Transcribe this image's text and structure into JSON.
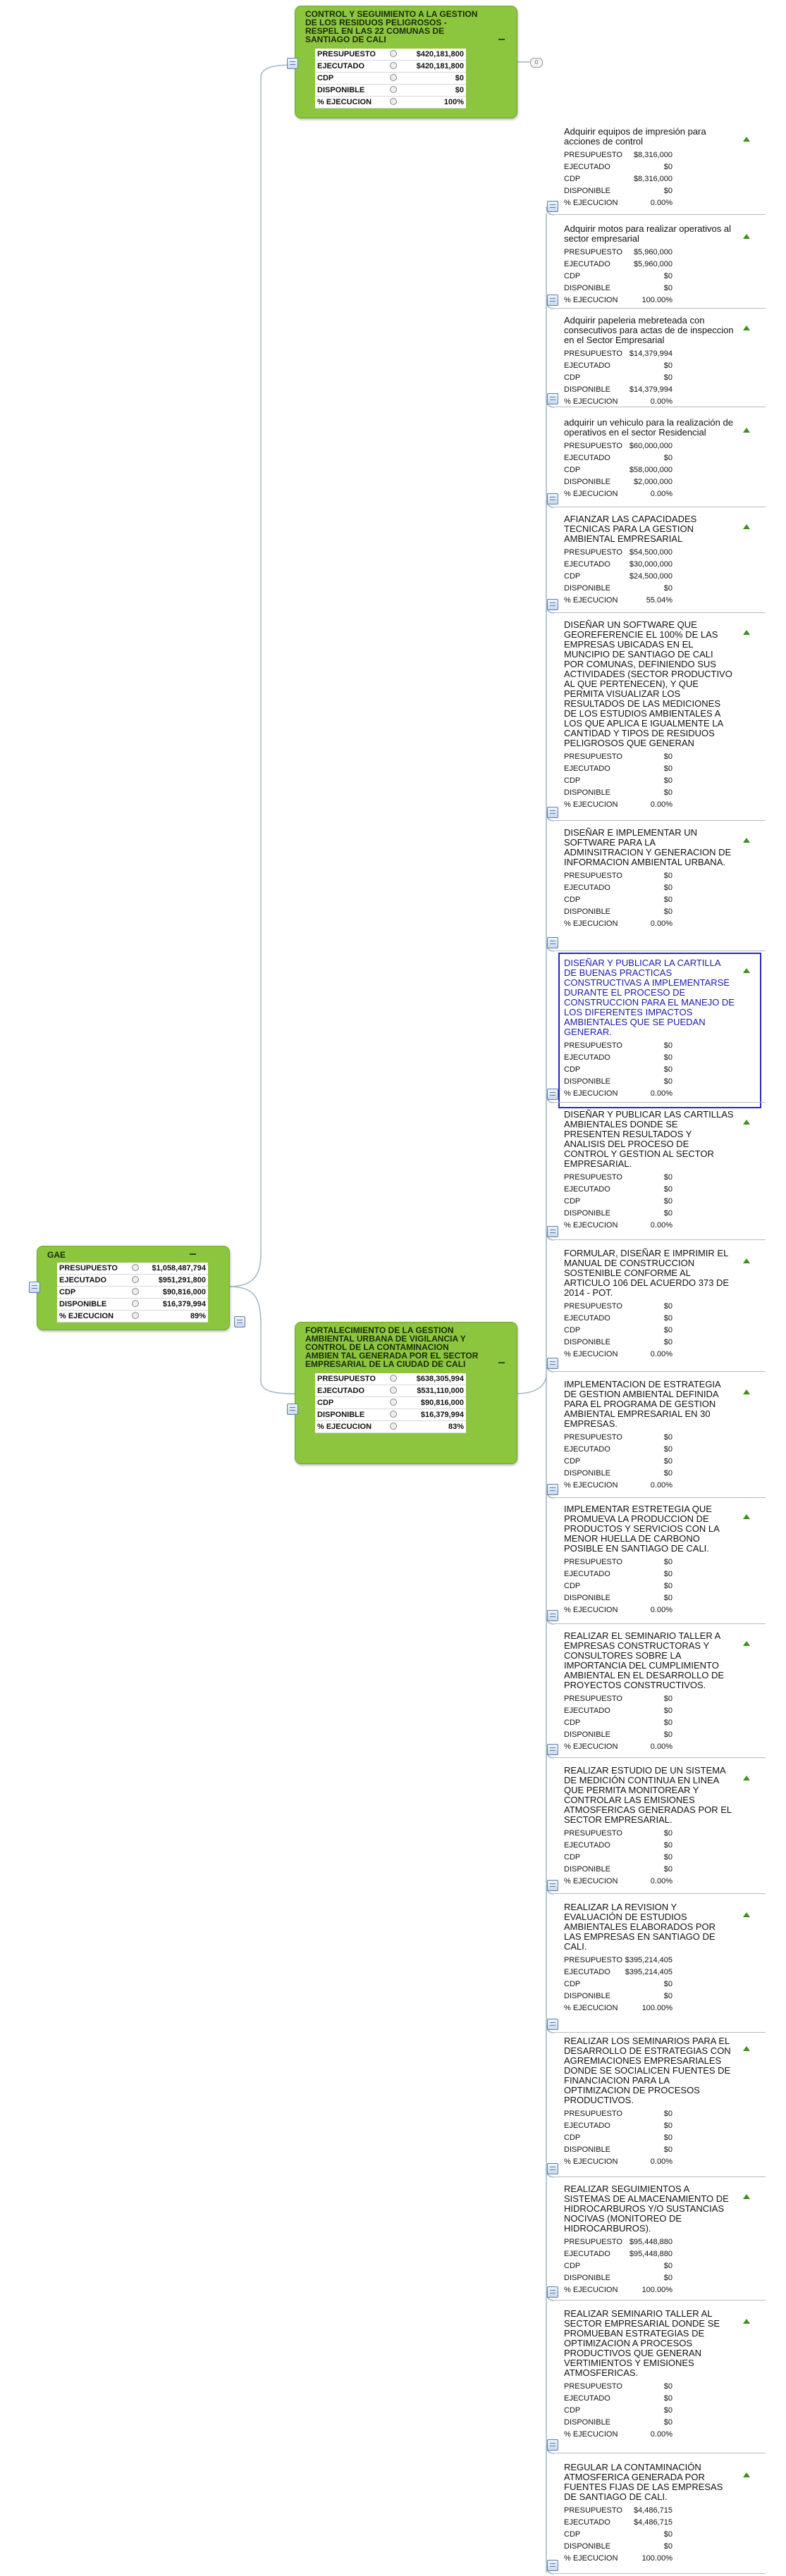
{
  "root": {
    "title": "GAE",
    "rows": [
      {
        "label": "PRESUPUESTO",
        "value": "$1,058,487,794"
      },
      {
        "label": "EJECUTADO",
        "value": "$951,291,800"
      },
      {
        "label": "CDP",
        "value": "$90,816,000"
      },
      {
        "label": "DISPONIBLE",
        "value": "$16,379,994"
      },
      {
        "label": "% EJECUCION",
        "value": "89%"
      }
    ]
  },
  "topic1": {
    "title": "CONTROL Y SEGUIMIENTO A LA GESTION DE LOS RESIDUOS PELIGROSOS - RESPEL EN LAS 22 COMUNAS DE SANTIAGO DE CALI",
    "rows": [
      {
        "label": "PRESUPUESTO",
        "value": "$420,181,800"
      },
      {
        "label": "EJECUTADO",
        "value": "$420,181,800"
      },
      {
        "label": "CDP",
        "value": "$0"
      },
      {
        "label": "DISPONIBLE",
        "value": "$0"
      },
      {
        "label": "% EJECUCION",
        "value": "100%"
      }
    ],
    "collapsed_badge": "0"
  },
  "topic2": {
    "title": "FORTALECIMIENTO DE LA GESTION AMBIENTAL URBANA DE VIGILANCIA Y CONTROL DE LA CONTAMINACION AMBIEN TAL GENERADA POR EL SECTOR EMPRESARIAL DE LA CIUDAD DE CALI",
    "rows": [
      {
        "label": "PRESUPUESTO",
        "value": "$638,305,994"
      },
      {
        "label": "EJECUTADO",
        "value": "$531,110,000"
      },
      {
        "label": "CDP",
        "value": "$90,816,000"
      },
      {
        "label": "DISPONIBLE",
        "value": "$16,379,994"
      },
      {
        "label": "% EJECUCION",
        "value": "83%"
      }
    ]
  },
  "labels": [
    "PRESUPUESTO",
    "EJECUTADO",
    "CDP",
    "DISPONIBLE",
    "% EJECUCION"
  ],
  "leaves": [
    {
      "title": "Adquirir equipos de impresión para acciones de control",
      "values": [
        "$8,316,000",
        "$0",
        "$8,316,000",
        "$0",
        "0.00%"
      ]
    },
    {
      "title": "Adquirir motos para realizar operativos al sector empresarial",
      "values": [
        "$5,960,000",
        "$5,960,000",
        "$0",
        "$0",
        "100.00%"
      ]
    },
    {
      "title": "Adquirir papeleria mebreteada con consecutivos para actas de de inspeccion en el Sector Empresarial",
      "values": [
        "$14,379,994",
        "$0",
        "$0",
        "$14,379,994",
        "0.00%"
      ]
    },
    {
      "title": "adquirir un vehiculo para la realización de operativos en el sector Residencial",
      "values": [
        "$60,000,000",
        "$0",
        "$58,000,000",
        "$2,000,000",
        "0.00%"
      ]
    },
    {
      "title": "AFIANZAR LAS CAPACIDADES TECNICAS PARA LA GESTION AMBIENTAL EMPRESARIAL",
      "values": [
        "$54,500,000",
        "$30,000,000",
        "$24,500,000",
        "$0",
        "55.04%"
      ]
    },
    {
      "title": "DISEÑAR UN SOFTWARE QUE GEOREFERENCIE EL 100% DE LAS EMPRESAS UBICADAS EN EL MUNCIPIO DE SANTIAGO DE CALI POR COMUNAS, DEFINIENDO SUS ACTIVIDADES (SECTOR PRODUCTIVO AL QUE PERTENECEN), Y QUE PERMITA VISUALIZAR LOS RESULTADOS DE LAS MEDICIONES DE LOS ESTUDIOS AMBIENTALES A LOS QUE APLICA E IGUALMENTE LA CANTIDAD Y TIPOS DE RESIDUOS PELIGROSOS QUE GENERAN",
      "values": [
        "$0",
        "$0",
        "$0",
        "$0",
        "0.00%"
      ]
    },
    {
      "title": "DISEÑAR E IMPLEMENTAR UN SOFTWARE PARA LA ADMINSITRACION Y GENERACION DE INFORMACION AMBIENTAL URBANA.",
      "values": [
        "$0",
        "$0",
        "$0",
        "$0",
        "0.00%"
      ]
    },
    {
      "title": "DISEÑAR Y PUBLICAR LA CARTILLA DE BUENAS PRACTICAS CONSTRUCTIVAS A IMPLEMENTARSE DURANTE EL PROCESO DE CONSTRUCCION PARA EL MANEJO DE LOS DIFERENTES IMPACTOS AMBIENTALES QUE SE PUEDAN GENERAR.",
      "values": [
        "$0",
        "$0",
        "$0",
        "$0",
        "0.00%"
      ],
      "selected": true
    },
    {
      "title": "DISEÑAR Y PUBLICAR LAS CARTILLAS AMBIENTALES DONDE SE PRESENTEN RESULTADOS Y ANALISIS DEL PROCESO DE CONTROL Y GESTION AL SECTOR EMPRESARIAL.",
      "values": [
        "$0",
        "$0",
        "$0",
        "$0",
        "0.00%"
      ]
    },
    {
      "title": "FORMULAR, DISEÑAR E IMPRIMIR EL MANUAL DE CONSTRUCCION SOSTENIBLE CONFORME AL ARTICULO 106 DEL ACUERDO 373 DE 2014 - POT.",
      "values": [
        "$0",
        "$0",
        "$0",
        "$0",
        "0.00%"
      ]
    },
    {
      "title": "IMPLEMENTACION DE ESTRATEGIA DE GESTION AMBIENTAL DEFINIDA PARA EL PROGRAMA DE GESTION AMBIENTAL EMPRESARIAL EN 30 EMPRESAS.",
      "values": [
        "$0",
        "$0",
        "$0",
        "$0",
        "0.00%"
      ]
    },
    {
      "title": "IMPLEMENTAR ESTRETEGIA QUE PROMUEVA LA PRODUCCION DE PRODUCTOS Y SERVICIOS CON LA MENOR HUELLA DE CARBONO POSIBLE EN SANTIAGO DE CALI.",
      "values": [
        "$0",
        "$0",
        "$0",
        "$0",
        "0.00%"
      ]
    },
    {
      "title": "REALIZAR EL SEMINARIO TALLER A EMPRESAS CONSTRUCTORAS Y CONSULTORES SOBRE LA IMPORTANCIA DEL CUMPLIMIENTO AMBIENTAL EN EL DESARROLLO DE PROYECTOS CONSTRUCTIVOS.",
      "values": [
        "$0",
        "$0",
        "$0",
        "$0",
        "0.00%"
      ]
    },
    {
      "title": "REALIZAR ESTUDIO DE UN SISTEMA DE MEDICIÓN CONTINUA EN LINEA QUE PERMITA MONITOREAR Y CONTROLAR LAS EMISIONES ATMOSFERICAS GENERADAS POR EL SECTOR EMPRESARIAL.",
      "values": [
        "$0",
        "$0",
        "$0",
        "$0",
        "0.00%"
      ]
    },
    {
      "title": "REALIZAR LA REVISION Y EVALUACIÓN DE ESTUDIOS AMBIENTALES ELABORADOS POR LAS EMPRESAS EN SANTIAGO DE CALI.",
      "values": [
        "$395,214,405",
        "$395,214,405",
        "$0",
        "$0",
        "100.00%"
      ]
    },
    {
      "title": "REALIZAR LOS SEMINARIOS PARA EL DESARROLLO DE ESTRATEGIAS CON AGREMIACIONES EMPRESARIALES DONDE SE SOCIALICEN FUENTES DE FINANCIACION PARA LA OPTIMIZACION DE PROCESOS PRODUCTIVOS.",
      "values": [
        "$0",
        "$0",
        "$0",
        "$0",
        "0.00%"
      ]
    },
    {
      "title": "REALIZAR SEGUIMIENTOS A SISTEMAS DE ALMACENAMIENTO DE HIDROCARBUROS Y/O SUSTANCIAS NOCIVAS (MONITOREO DE HIDROCARBUROS).",
      "values": [
        "$95,448,880",
        "$95,448,880",
        "$0",
        "$0",
        "100.00%"
      ]
    },
    {
      "title": "REALIZAR SEMINARIO TALLER AL SECTOR EMPRESARIAL DONDE SE PROMUEBAN ESTRATEGIAS DE OPTIMIZACION A PROCESOS PRODUCTIVOS QUE GENERAN VERTIMIENTOS Y EMISIONES ATMOSFERICAS.",
      "values": [
        "$0",
        "$0",
        "$0",
        "$0",
        "0.00%"
      ]
    },
    {
      "title": "REGULAR LA CONTAMINACIÓN ATMOSFERICA GENERADA POR FUENTES FIJAS DE LAS EMPRESAS DE SANTIAGO DE CALI.",
      "values": [
        "$4,486,715",
        "$4,486,715",
        "$0",
        "$0",
        "100.00%"
      ]
    }
  ]
}
